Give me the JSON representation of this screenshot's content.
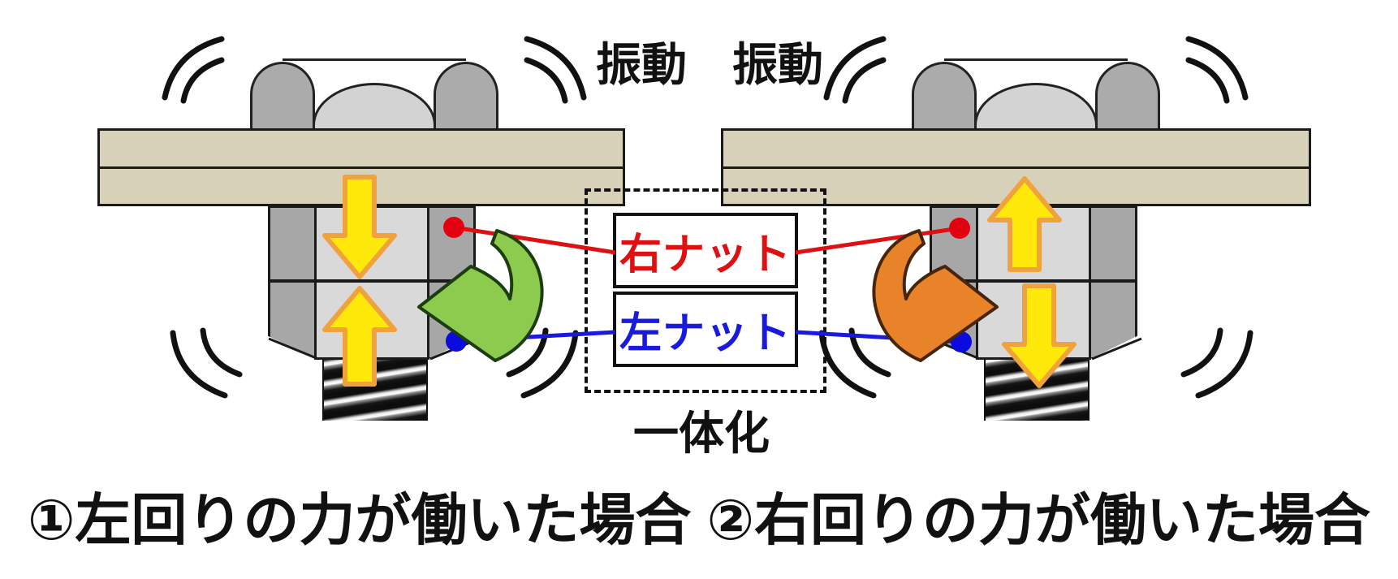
{
  "figure": {
    "vibration_label": "振動　振動",
    "right_nut_label": "右ナット",
    "left_nut_label": "左ナット",
    "integration_label": "一体化",
    "caption": "①左回りの力が働いた場合 ②右回りの力が働いた場合"
  },
  "panels": {
    "left_case": {
      "rotation_arrow": "counterclockwise-green",
      "upper_nut_force_arrow": "down",
      "lower_nut_force_arrow": "up"
    },
    "right_case": {
      "rotation_arrow": "clockwise-orange",
      "upper_nut_force_arrow": "up",
      "lower_nut_force_arrow": "down"
    }
  },
  "colors": {
    "plate_tan": "#d7d1b9",
    "nut_face_light": "#d9d9d9",
    "nut_side_dark": "#a7a7a7",
    "bolt_head_light": "#d3d3d3",
    "bolt_head_dark": "#ababab",
    "force_arrow_yellow": "#ffe90a",
    "force_arrow_outline_orange": "#f0a23c",
    "ccw_rotation_green": "#8ccb4d",
    "cw_rotation_orange": "#e8832a",
    "right_nut_red": "#dd1111",
    "left_nut_blue": "#1a1adf",
    "outline_black": "#111111"
  }
}
